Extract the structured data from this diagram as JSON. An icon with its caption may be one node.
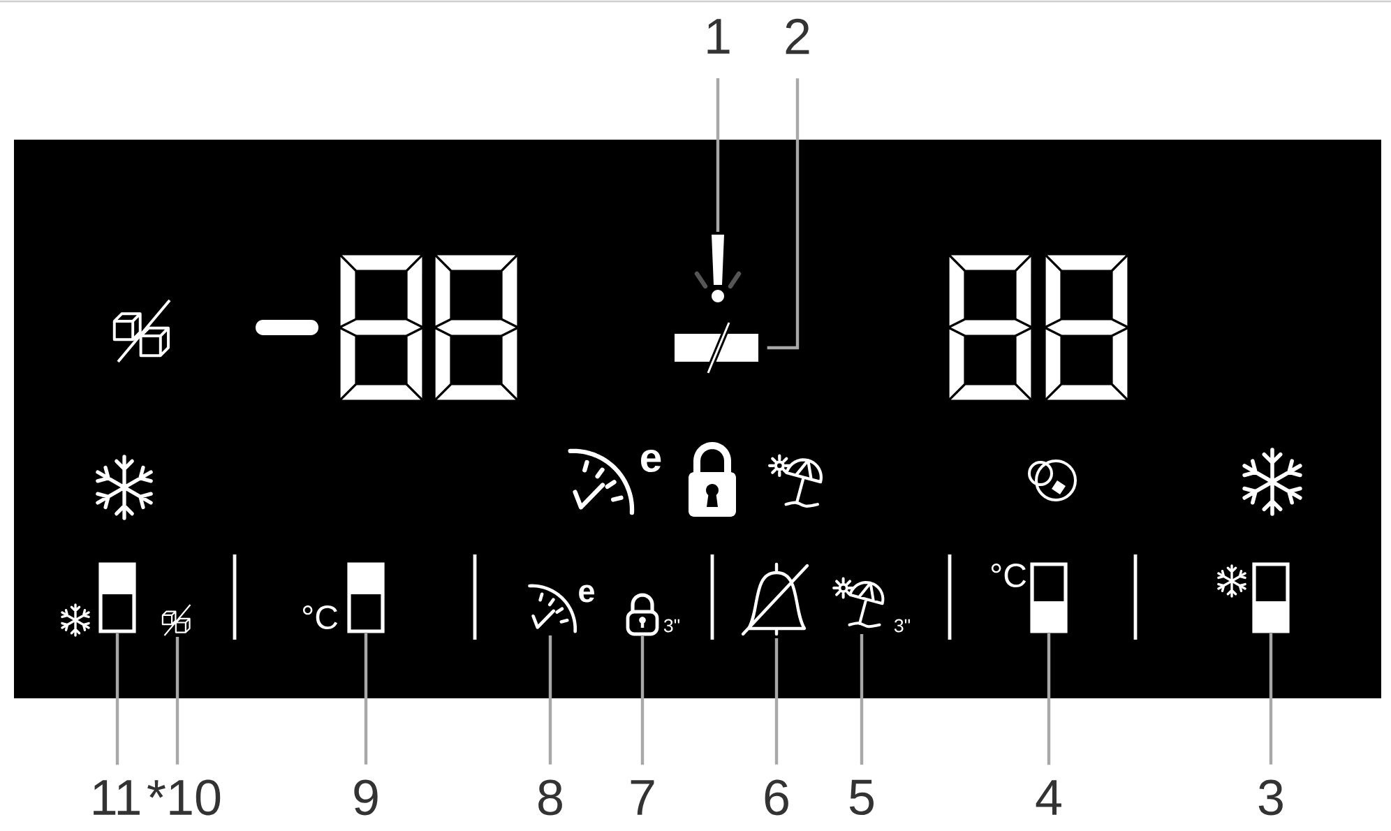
{
  "diagram": {
    "nodes": [
      {
        "text": [
          "1"
        ]
      },
      {
        "text": [
          "2"
        ]
      },
      {
        "text": [
          "11"
        ]
      },
      {
        "text": [
          "*10"
        ]
      },
      {
        "text": [
          "9"
        ]
      },
      {
        "text": [
          "8"
        ]
      },
      {
        "text": [
          "7"
        ]
      },
      {
        "text": [
          "6"
        ]
      },
      {
        "text": [
          "5"
        ]
      },
      {
        "text": [
          "4"
        ]
      },
      {
        "text": [
          "3"
        ]
      },
      {
        "text": [],
        "shape": "picture"
      },
      {
        "text": [],
        "shape": "bar"
      },
      {
        "text": [],
        "shape": "bar"
      },
      {
        "text": [],
        "shape": "picture"
      },
      {
        "text": [],
        "shape": "bar",
        "beside": [
          "°C"
        ]
      },
      {
        "text": [],
        "shape": "picture",
        "beside": [
          "e"
        ]
      },
      {
        "text": [],
        "shape": "picture",
        "beside": [
          "3\""
        ]
      },
      {
        "text": [],
        "shape": "picture"
      },
      {
        "text": [],
        "shape": "picture",
        "beside": [
          "3\""
        ]
      },
      {
        "text": [],
        "shape": "bar",
        "beside": [
          "°C"
        ]
      },
      {
        "text": [],
        "shape": "bar"
      }
    ],
    "edges": [
      {
        "from": 0,
        "to": 11,
        "arrow": "none"
      },
      {
        "from": 1,
        "to": 12,
        "arrow": "none"
      },
      {
        "from": 2,
        "to": 13,
        "arrow": "none"
      },
      {
        "from": 3,
        "to": 14,
        "arrow": "none"
      },
      {
        "from": 4,
        "to": 15,
        "arrow": "none"
      },
      {
        "from": 5,
        "to": 16,
        "arrow": "none"
      },
      {
        "from": 6,
        "to": 17,
        "arrow": "none"
      },
      {
        "from": 7,
        "to": 18,
        "arrow": "none"
      },
      {
        "from": 8,
        "to": 19,
        "arrow": "none"
      },
      {
        "from": 9,
        "to": 20,
        "arrow": "none"
      },
      {
        "from": 10,
        "to": 21,
        "arrow": "none"
      }
    ],
    "labels": [
      "e"
    ]
  }
}
